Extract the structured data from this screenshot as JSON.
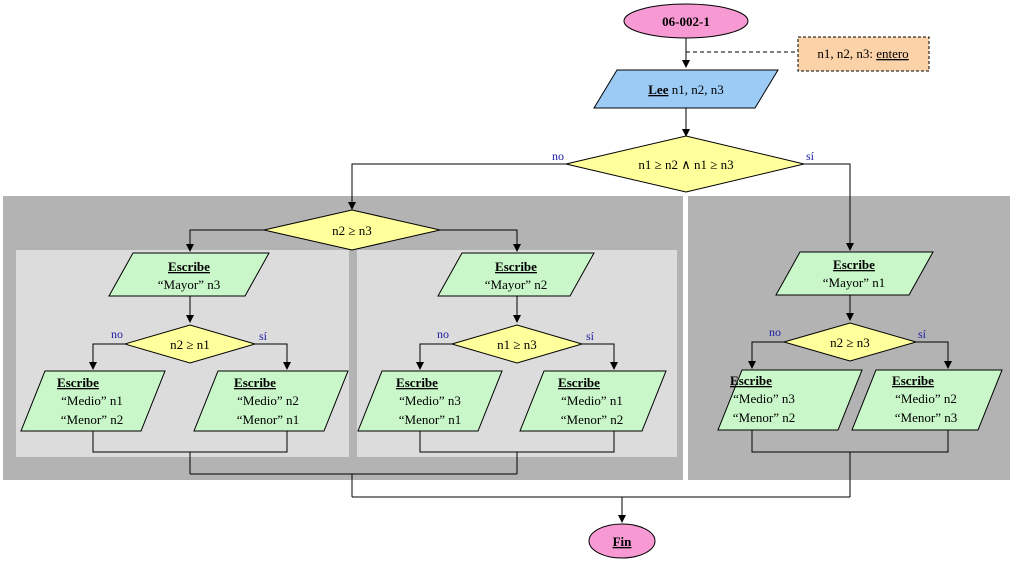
{
  "colors": {
    "terminal": "#f79ad4",
    "io_read": "#9ccbf6",
    "decision": "#ffff9c",
    "output": "#c9f7c9",
    "note": "#fcd2a8",
    "panel_dark": "#b3b3b3",
    "panel_light": "#dcdcdc"
  },
  "flow": {
    "start": "06-002-1",
    "end": "Fin",
    "note": {
      "text": "n1, n2, n3: ",
      "type": "entero"
    },
    "read": {
      "keyword": "Lee",
      "vars": " n1, n2, n3"
    },
    "main_decision": {
      "text": "n1 ≥ n2 ∧ n1 ≥ n3",
      "no": "no",
      "yes": "sí"
    },
    "left_decision": {
      "text": "n2 ≥ n3"
    },
    "write_keyword": "Escribe",
    "outputs": {
      "mayor_n3": "“Mayor” n3",
      "mayor_n2": "“Mayor” n2",
      "mayor_n1": "“Mayor” n1",
      "medio_n1": "“Medio” n1",
      "menor_n2": "“Menor” n2",
      "medio_n2": "“Medio” n2",
      "menor_n1": "“Menor” n1",
      "medio_n3": "“Medio” n3",
      "menor_n3": "“Menor” n3"
    },
    "sub_decisions": {
      "d1": {
        "text": "n2 ≥ n1",
        "no": "no",
        "yes": "sí"
      },
      "d2": {
        "text": "n1 ≥ n3",
        "no": "no",
        "yes": "sí"
      },
      "d3": {
        "text": "n2 ≥ n3",
        "no": "no",
        "yes": "sí"
      }
    }
  }
}
